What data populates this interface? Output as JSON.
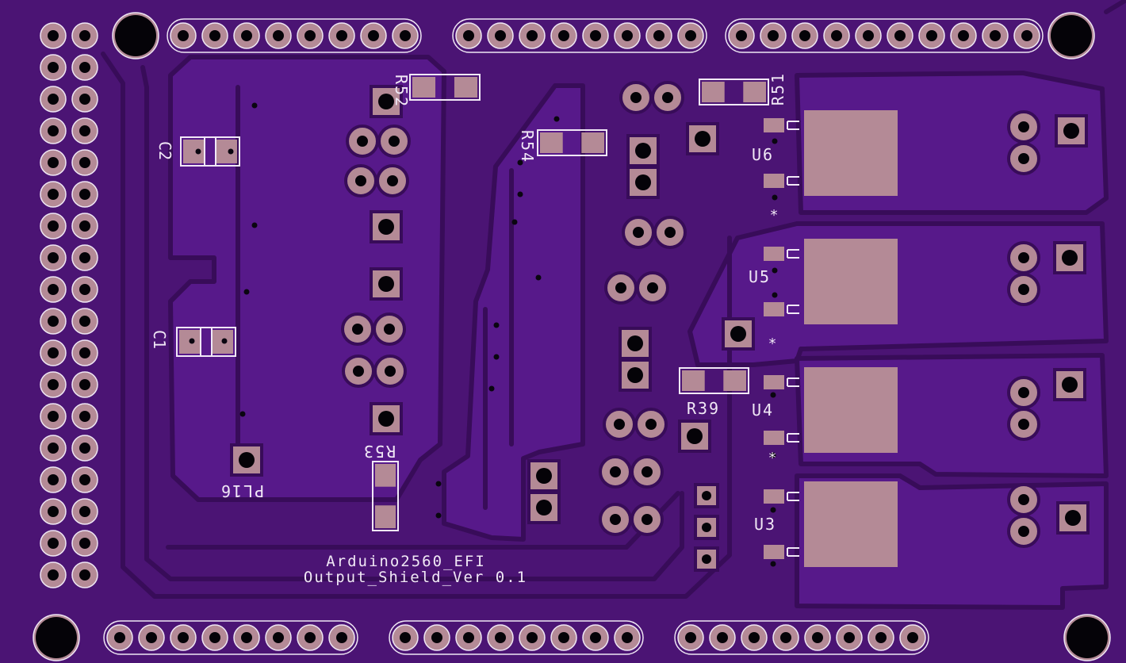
{
  "board": {
    "title_line1": "Arduino2560_EFI",
    "title_line2": "Output_Shield_Ver 0.1"
  },
  "colors": {
    "substrate": "#4b1474",
    "copper_pour": "#57198a",
    "trace": "#380c59",
    "pad": "#b48a96",
    "pad_ring": "#efe6f4",
    "drill": "#050308",
    "silkscreen": "#f1e8f6"
  },
  "labels": {
    "c1": "C1",
    "c2": "C2",
    "r39": "R39",
    "r51": "R51",
    "r52": "R52",
    "r53": "R53",
    "r54": "R54",
    "u3": "U3",
    "u4": "U4",
    "u5": "U5",
    "u6": "U6",
    "pl16": "PL16",
    "pin1_marker": "*"
  }
}
